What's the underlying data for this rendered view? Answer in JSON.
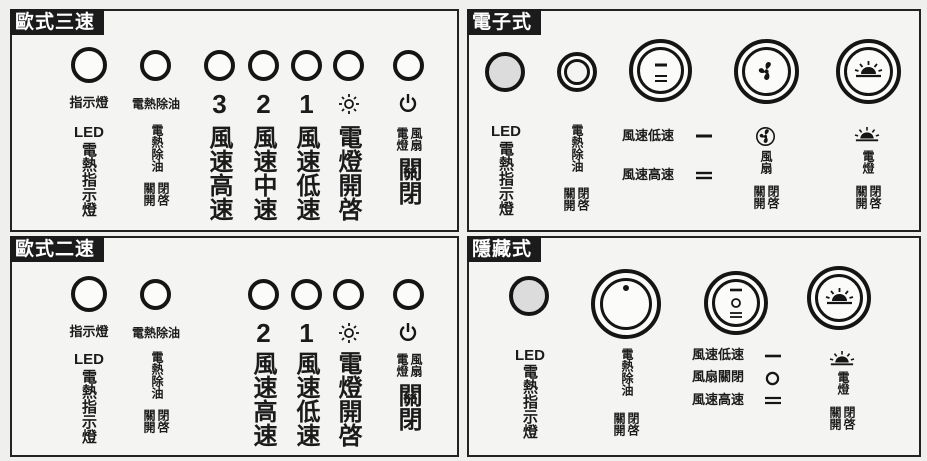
{
  "panels": {
    "euro3": {
      "title": "歐式三速",
      "lamp_label": "指示燈",
      "heater_label": "電熱除油",
      "num3": "3",
      "num2": "2",
      "num1": "1",
      "lamp_led": "LED",
      "lamp_vertical": "電熱指示燈",
      "heater_vertical": "電熱除油",
      "heater_switch": "關開閉啓",
      "fan_high": "風速高速",
      "fan_mid": "風速中速",
      "fan_low": "風速低速",
      "light_switch": "電燈開啓",
      "power_small": "電燈風扇",
      "power_off": "關閉"
    },
    "euro2": {
      "title": "歐式二速",
      "lamp_label": "指示燈",
      "heater_label": "電熱除油",
      "num2": "2",
      "num1": "1",
      "lamp_led": "LED",
      "lamp_vertical": "電熱指示燈",
      "heater_vertical": "電熱除油",
      "heater_switch": "關開閉啓",
      "fan_high": "風速高速",
      "fan_low": "風速低速",
      "light_switch": "電燈開啓",
      "power_small": "電燈風扇",
      "power_off": "關閉"
    },
    "electronic": {
      "title": "電子式",
      "lamp_led": "LED",
      "lamp_vertical": "電熱指示燈",
      "heater_vertical": "電熱除油",
      "heater_switch": "關開閉啓",
      "speed_low_label": "風速低速",
      "speed_high_label": "風速高速",
      "fan_vertical": "風扇",
      "fan_switch": "關開閉啓",
      "light_vertical": "電燈",
      "light_switch": "關開閉啓"
    },
    "hidden": {
      "title": "隱藏式",
      "lamp_led": "LED",
      "lamp_vertical": "電熱指示燈",
      "heater_vertical": "電熱除油",
      "heater_switch": "關開閉啓",
      "speed_low_label": "風速低速",
      "fan_onoff_label": "風扇關閉",
      "speed_high_label": "風速高速",
      "light_vertical": "電燈",
      "light_switch": "關開閉啓"
    }
  },
  "icons": [
    "power-icon",
    "sun-icon",
    "fan-icon",
    "sunrise-icon",
    "speed-low-icon",
    "speed-high-icon",
    "circle-icon"
  ],
  "colors": {
    "ink": "#151515",
    "paper": "#f4f4f2",
    "indicator_fill": "#dcdcdc"
  }
}
